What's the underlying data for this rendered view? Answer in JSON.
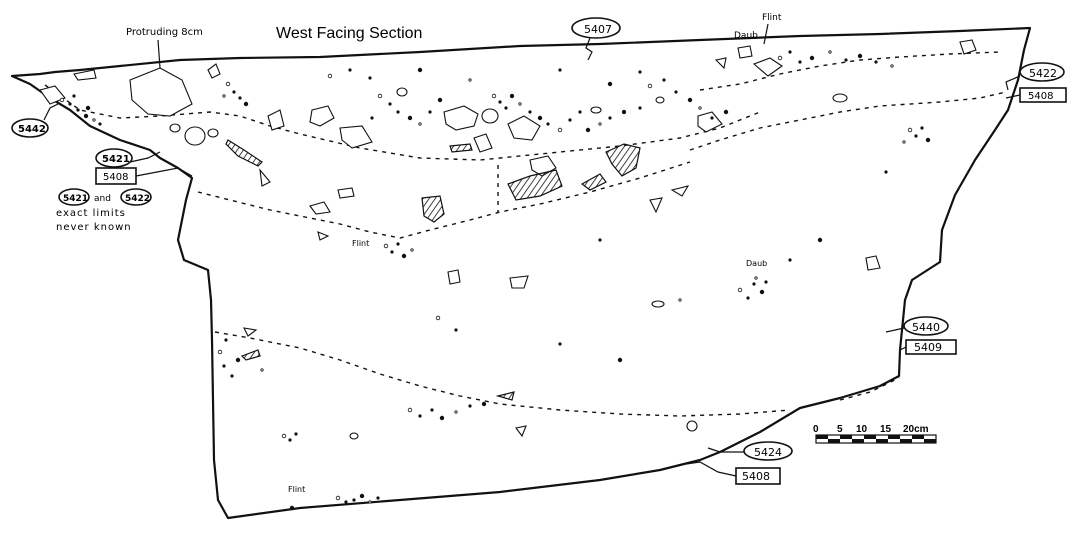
{
  "title": "West Facing Section",
  "annotations": {
    "protruding": "Protruding 8cm",
    "flint_top": "Flint",
    "daub_top": "Daub",
    "flint_mid": "Flint",
    "daub_right": "Daub",
    "flint_bottom": "Flint",
    "note_line1_a": "5421",
    "note_line1_and": "and",
    "note_line1_b": "5422",
    "note_line2": "exact limits",
    "note_line3": "never known"
  },
  "context_labels": {
    "c5407": "5407",
    "c5442": "5442",
    "c5421": "5421",
    "c5408_left": "5408",
    "c5422": "5422",
    "c5408_right": "5408",
    "c5440": "5440",
    "c5409": "5409",
    "c5424": "5424",
    "c5408_bottom": "5408"
  },
  "scale_bar": {
    "ticks": [
      "0",
      "5",
      "10",
      "15",
      "20cm"
    ]
  }
}
